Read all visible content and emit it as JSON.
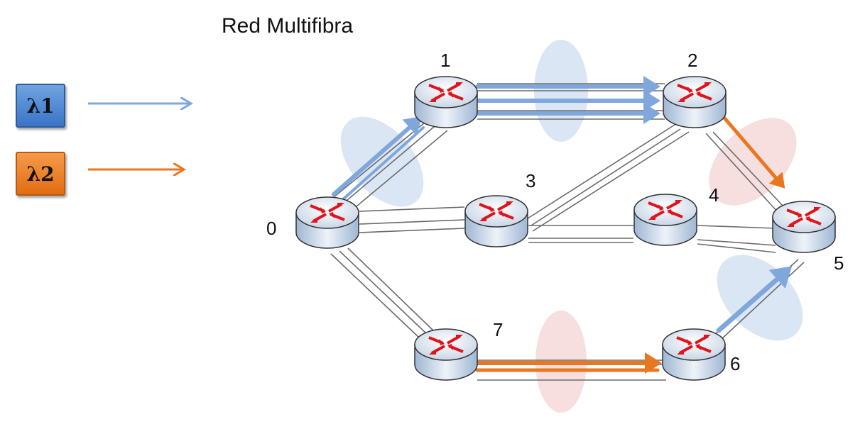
{
  "title": "Red Multifibra",
  "legend": [
    {
      "label": "λ1",
      "color": "#7fa7dc"
    },
    {
      "label": "λ2",
      "color": "#e8771f"
    }
  ],
  "nodes": [
    {
      "id": "0",
      "label": "0"
    },
    {
      "id": "1",
      "label": "1"
    },
    {
      "id": "2",
      "label": "2"
    },
    {
      "id": "3",
      "label": "3"
    },
    {
      "id": "4",
      "label": "4"
    },
    {
      "id": "5",
      "label": "5"
    },
    {
      "id": "6",
      "label": "6"
    },
    {
      "id": "7",
      "label": "7"
    }
  ],
  "links": [
    [
      "0",
      "1"
    ],
    [
      "0",
      "3"
    ],
    [
      "0",
      "7"
    ],
    [
      "1",
      "2"
    ],
    [
      "2",
      "3"
    ],
    [
      "2",
      "5"
    ],
    [
      "3",
      "4"
    ],
    [
      "4",
      "5"
    ],
    [
      "5",
      "6"
    ],
    [
      "7",
      "6"
    ]
  ],
  "lightpaths": [
    {
      "wavelength": "λ1",
      "route": [
        "0",
        "1"
      ]
    },
    {
      "wavelength": "λ1",
      "route": [
        "1",
        "2"
      ],
      "count": 3
    },
    {
      "wavelength": "λ2",
      "route": [
        "2",
        "5"
      ]
    },
    {
      "wavelength": "λ2",
      "route": [
        "7",
        "6"
      ],
      "count": 2
    },
    {
      "wavelength": "λ1",
      "route": [
        "6",
        "5"
      ]
    }
  ],
  "colors": {
    "lambda1": "#7fa7dc",
    "lambda2": "#e8771f",
    "router_arrows": "#e0141c",
    "fiber": "#6b6b6b"
  }
}
